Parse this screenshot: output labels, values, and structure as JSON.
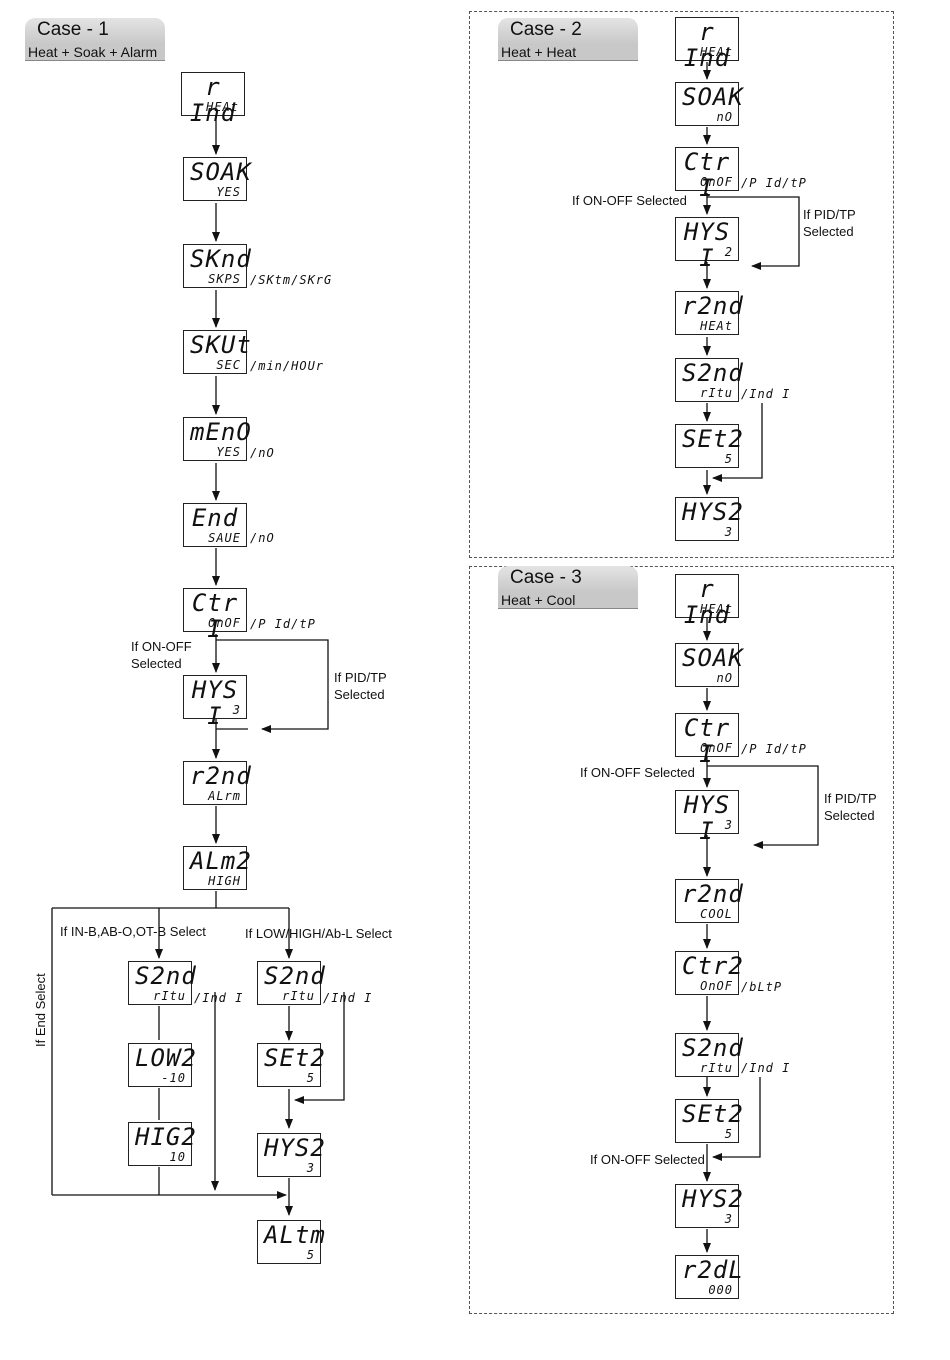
{
  "case1": {
    "title": "Case - 1",
    "subtitle": "Heat + Soak + Alarm",
    "displays": [
      {
        "top": "r Ind",
        "bottom": "HEAt"
      },
      {
        "top": "SOAK",
        "bottom": "YES"
      },
      {
        "top": "SKnd",
        "bottom": "SKPS"
      },
      {
        "top": "SKUt",
        "bottom": "SEC"
      },
      {
        "top": "mEnO",
        "bottom": "YES"
      },
      {
        "top": "End",
        "bottom": "SAUE"
      },
      {
        "top": "Ctr I",
        "bottom": "OnOF"
      },
      {
        "top": "HYS I",
        "bottom": "3"
      },
      {
        "top": "r2nd",
        "bottom": "ALrm"
      },
      {
        "top": "ALm2",
        "bottom": "HIGH"
      },
      {
        "top": "S2nd",
        "bottom": "rItu"
      },
      {
        "top": "LOW2",
        "bottom": "-10"
      },
      {
        "top": "HIG2",
        "bottom": "10"
      },
      {
        "top": "S2nd",
        "bottom": "rItu"
      },
      {
        "top": "SEt2",
        "bottom": "5"
      },
      {
        "top": "HYS2",
        "bottom": "3"
      },
      {
        "top": "ALtm",
        "bottom": "5"
      }
    ],
    "options": [
      "/SKtm/SKrG",
      "/min/HOUr",
      "/nO",
      "/nO",
      "/P Id/tP",
      "/Ind I",
      "/Ind I"
    ],
    "labels": {
      "on_off": "If ON-OFF\nSelected",
      "pid_tp": "If PID/TP\nSelected",
      "in_b": "If IN-B,AB-O,OT-B Select",
      "low_high": "If LOW/HIGH/Ab-L  Select",
      "end_select": "If End Select"
    }
  },
  "case2": {
    "title": "Case - 2",
    "subtitle": "Heat + Heat",
    "displays": [
      {
        "top": "r Ind",
        "bottom": "HEAt"
      },
      {
        "top": "SOAK",
        "bottom": "nO"
      },
      {
        "top": "Ctr I",
        "bottom": "OnOF"
      },
      {
        "top": "HYS I",
        "bottom": "2"
      },
      {
        "top": "r2nd",
        "bottom": "HEAt"
      },
      {
        "top": "S2nd",
        "bottom": "rItu"
      },
      {
        "top": "SEt2",
        "bottom": "5"
      },
      {
        "top": "HYS2",
        "bottom": "3"
      }
    ],
    "options": [
      "/P Id/tP",
      "/Ind I"
    ],
    "labels": {
      "on_off": "If ON-OFF Selected",
      "pid_tp": "If PID/TP\nSelected"
    }
  },
  "case3": {
    "title": "Case - 3",
    "subtitle": "Heat + Cool",
    "displays": [
      {
        "top": "r Ind",
        "bottom": "HEAt"
      },
      {
        "top": "SOAK",
        "bottom": "nO"
      },
      {
        "top": "Ctr I",
        "bottom": "OnOF"
      },
      {
        "top": "HYS I",
        "bottom": "3"
      },
      {
        "top": "r2nd",
        "bottom": "COOL"
      },
      {
        "top": "Ctr2",
        "bottom": "OnOF"
      },
      {
        "top": "S2nd",
        "bottom": "rItu"
      },
      {
        "top": "SEt2",
        "bottom": "5"
      },
      {
        "top": "HYS2",
        "bottom": "3"
      },
      {
        "top": "r2dL",
        "bottom": "000"
      }
    ],
    "options": [
      "/P Id/tP",
      "/bLtP",
      "/Ind I"
    ],
    "labels": {
      "on_off": "If ON-OFF Selected",
      "pid_tp": "If PID/TP\nSelected",
      "on_off_2": "If ON-OFF Selected"
    }
  }
}
